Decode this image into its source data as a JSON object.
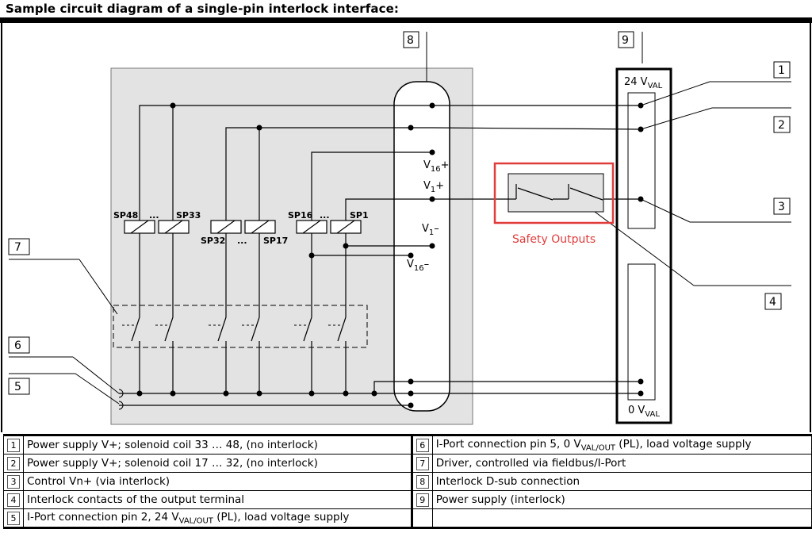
{
  "header": {
    "title": "Sample circuit diagram of a single-pin interlock interface:"
  },
  "diagram": {
    "callouts": [
      "1",
      "2",
      "3",
      "4",
      "5",
      "6",
      "7",
      "8",
      "9"
    ],
    "terminal_top": {
      "main": "24 V",
      "sub": "VAL"
    },
    "terminal_bottom": {
      "main": "0 V",
      "sub": "VAL"
    },
    "coil_labels": [
      "SP48",
      "...",
      "SP33",
      "SP32",
      "...",
      "SP17",
      "SP16",
      "...",
      "SP1"
    ],
    "pin_labels": {
      "v16plus": {
        "main": "V",
        "sub": "16",
        "suffix": "+"
      },
      "v1plus": {
        "main": "V",
        "sub": "1",
        "suffix": "+"
      },
      "v1minus": {
        "main": "V",
        "sub": "1",
        "suffix": "–"
      },
      "v16minus": {
        "main": "V",
        "sub": "16",
        "suffix": "–"
      }
    },
    "annotation": {
      "label": "Safety Outputs",
      "color": "#e03c3c"
    },
    "colors": {
      "panel": "#e3e3e3",
      "line": "#000000"
    }
  },
  "legend": {
    "rows": [
      {
        "left": {
          "num": "1",
          "text": "Power supply V+; solenoid coil 33 … 48, (no interlock)"
        },
        "right": {
          "num": "6",
          "text_parts": [
            "I-Port connection pin 5, 0 V",
            "VAL/OUT",
            " (PL), load voltage supply"
          ]
        }
      },
      {
        "left": {
          "num": "2",
          "text": "Power supply V+; solenoid coil 17 … 32, (no interlock)"
        },
        "right": {
          "num": "7",
          "text": "Driver, controlled via fieldbus/I-Port"
        }
      },
      {
        "left": {
          "num": "3",
          "text": "Control Vn+ (via interlock)"
        },
        "right": {
          "num": "8",
          "text": "Interlock D-sub connection"
        }
      },
      {
        "left": {
          "num": "4",
          "text": "Interlock contacts of the output terminal"
        },
        "right": {
          "num": "9",
          "text": "Power supply (interlock)"
        }
      },
      {
        "left": {
          "num": "5",
          "text_parts": [
            "I-Port connection pin 2, 24 V",
            "VAL/OUT",
            " (PL), load voltage supply"
          ]
        },
        "right": {
          "num": "",
          "text": ""
        }
      }
    ]
  }
}
